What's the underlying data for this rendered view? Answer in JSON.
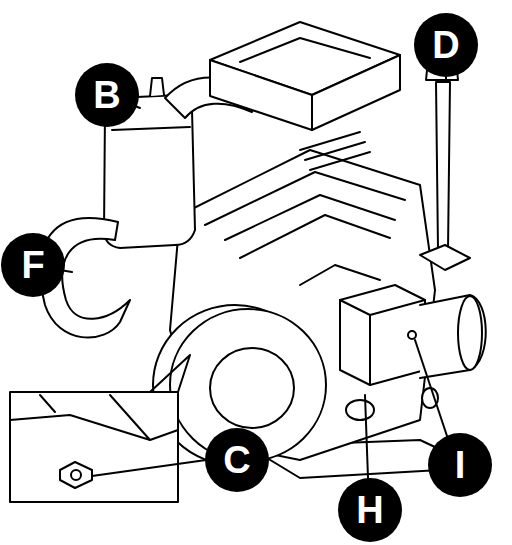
{
  "diagram": {
    "nodes": [
      {
        "text": [
          "B"
        ]
      },
      {
        "text": [
          "D"
        ]
      },
      {
        "text": [
          "F"
        ]
      },
      {
        "text": [
          "C"
        ]
      },
      {
        "text": [
          "H"
        ]
      },
      {
        "text": [
          "I"
        ]
      }
    ]
  }
}
